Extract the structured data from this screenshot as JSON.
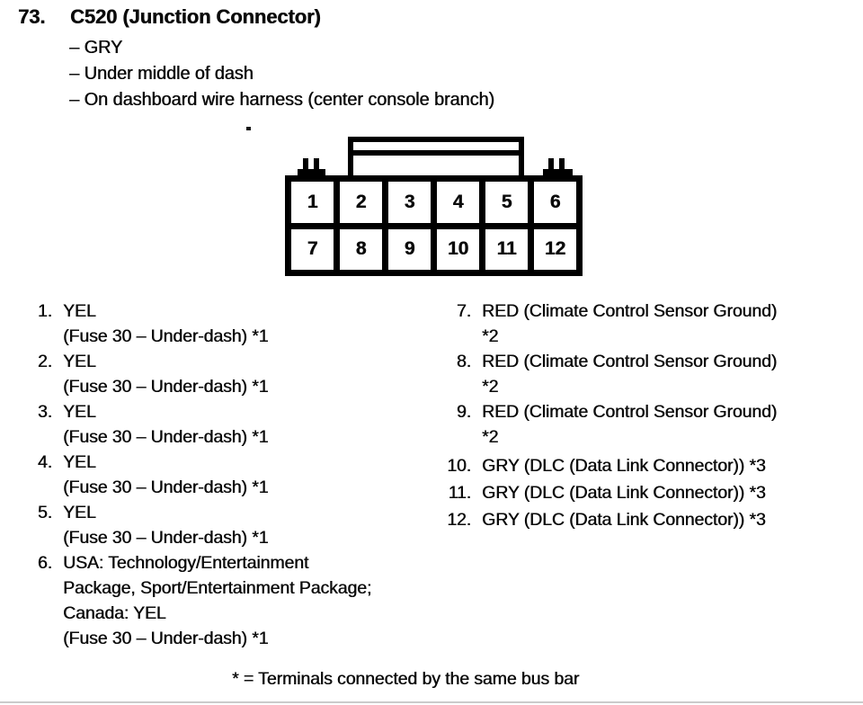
{
  "colors": {
    "ink": "#0b0b0b",
    "paper": "#ffffff"
  },
  "header": {
    "item_number": "73.",
    "title": "C520 (Junction Connector)",
    "details": [
      "– GRY",
      "– Under middle of dash",
      "– On dashboard wire harness (center console branch)"
    ]
  },
  "connector": {
    "cells": [
      "1",
      "2",
      "3",
      "4",
      "5",
      "6",
      "7",
      "8",
      "9",
      "10",
      "11",
      "12"
    ]
  },
  "pins_left": [
    {
      "num": "1.",
      "lines": [
        "YEL",
        "(Fuse 30 – Under-dash) *1"
      ]
    },
    {
      "num": "2.",
      "lines": [
        "YEL",
        "(Fuse 30 – Under-dash) *1"
      ]
    },
    {
      "num": "3.",
      "lines": [
        "YEL",
        "(Fuse 30 – Under-dash) *1"
      ]
    },
    {
      "num": "4.",
      "lines": [
        "YEL",
        "(Fuse 30 – Under-dash) *1"
      ]
    },
    {
      "num": "5.",
      "lines": [
        "YEL",
        "(Fuse 30 – Under-dash) *1"
      ]
    },
    {
      "num": "6.",
      "lines": [
        "USA: Technology/Entertainment",
        "Package, Sport/Entertainment Package;",
        "Canada: YEL",
        "(Fuse 30 – Under-dash) *1"
      ]
    }
  ],
  "pins_right": [
    {
      "num": "7.",
      "lines": [
        "RED (Climate Control Sensor Ground)",
        "*2"
      ]
    },
    {
      "num": "8.",
      "lines": [
        "RED (Climate Control Sensor Ground)",
        "*2"
      ]
    },
    {
      "num": "9.",
      "lines": [
        "RED (Climate Control Sensor Ground)",
        "*2"
      ]
    },
    {
      "num": "10.",
      "lines": [
        "GRY (DLC (Data Link Connector)) *3"
      ]
    },
    {
      "num": "11.",
      "lines": [
        "GRY (DLC (Data Link Connector)) *3"
      ]
    },
    {
      "num": "12.",
      "lines": [
        "GRY (DLC (Data Link Connector)) *3"
      ]
    }
  ],
  "footnote": "* = Terminals connected by the same bus bar"
}
